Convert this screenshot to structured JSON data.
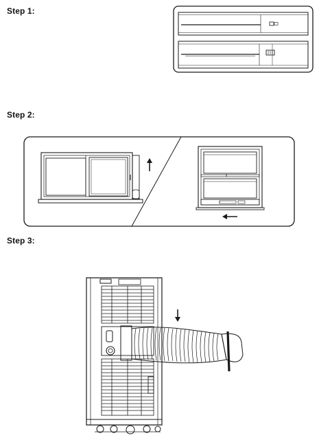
{
  "steps": [
    {
      "label": "Step 1:"
    },
    {
      "label": "Step 2:"
    },
    {
      "label": "Step 3:"
    }
  ],
  "figures": {
    "step1": {
      "description_icon": "window-slider-kit-icon"
    },
    "step2": {
      "icons": [
        "sliding-window-icon",
        "hung-window-icon",
        "arrow-up-icon",
        "arrow-left-icon"
      ]
    },
    "step3": {
      "icons": [
        "portable-ac-unit-icon",
        "exhaust-hose-icon",
        "arrow-down-icon"
      ]
    }
  }
}
